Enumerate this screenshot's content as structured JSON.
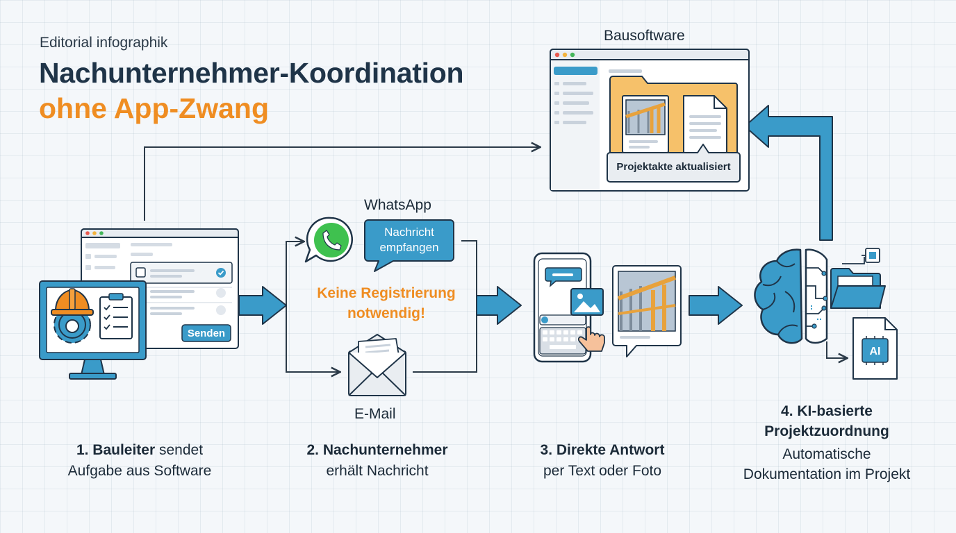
{
  "header": {
    "kicker": "Editorial infographik",
    "title_line1": "Nachunternehmer-Koordination",
    "title_line2": "ohne App-Zwang"
  },
  "software": {
    "title": "Bausoftware",
    "status_label": "Projektakte aktualisiert"
  },
  "channels": {
    "whatsapp_label": "WhatsApp",
    "bubble_text": "Nachricht empfangen",
    "note": "Keine Registrierung notwendig!",
    "email_label": "E-Mail"
  },
  "task_window": {
    "send_button": "Senden"
  },
  "ai_badge": "AI",
  "steps": [
    {
      "bold": "1. Bauleiter",
      "rest": " sendet",
      "line2": "Aufgabe aus Software"
    },
    {
      "bold": "2. Nachunternehmer",
      "line2": "erhält Nachricht"
    },
    {
      "bold": "3. Direkte Antwort",
      "line2": "per Text oder Foto"
    },
    {
      "bold_line1": "4. KI-basierte",
      "bold_line2": "Projektzuordnung",
      "line3": "Automatische",
      "line4": "Dokumentation im Projekt"
    }
  ],
  "colors": {
    "navy": "#1f3448",
    "orange": "#ef8d22",
    "blue": "#3a9bc9",
    "whatsapp_green": "#3fc14f",
    "folder_yellow": "#f6c16a"
  },
  "icons": [
    "hard-hat-icon",
    "gear-icon",
    "clipboard-icon",
    "whatsapp-icon",
    "envelope-icon",
    "smartphone-icon",
    "tap-hand-icon",
    "image-icon",
    "brain-icon",
    "folder-icon",
    "ai-document-icon",
    "chip-icon",
    "document-icon"
  ]
}
